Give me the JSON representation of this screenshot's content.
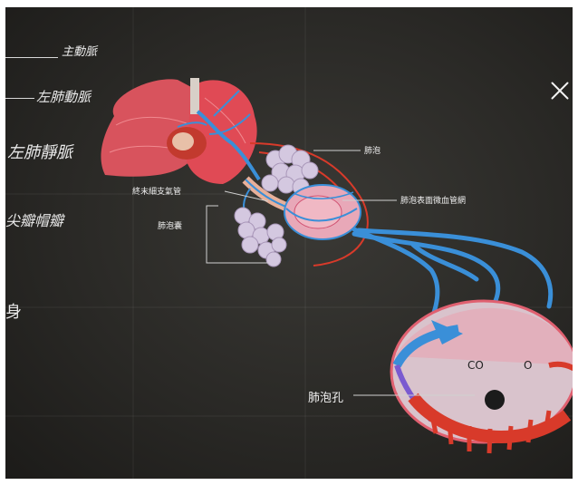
{
  "left_labels": {
    "aorta": "主動脈",
    "left_pulmonary_artery": "左肺動脈",
    "left_pulmonary_vein": "左肺靜脈",
    "valve_partial": "尖瓣帽瓣",
    "partial_char": "身"
  },
  "diagram_labels": {
    "alveolus": "肺泡",
    "terminal_bronchiole": "終末細支氣管",
    "alveolar_capillary": "肺泡表面微血管網",
    "alveolar_sac": "肺泡囊",
    "alveolar_pore": "肺泡孔"
  },
  "gas_labels": {
    "co2": "CO",
    "o2": "O"
  },
  "colors": {
    "lung": "#e0505a",
    "vessel_blue": "#3a8fd8",
    "vessel_red": "#d83a2a",
    "alveoli": "#c9bcd6"
  }
}
